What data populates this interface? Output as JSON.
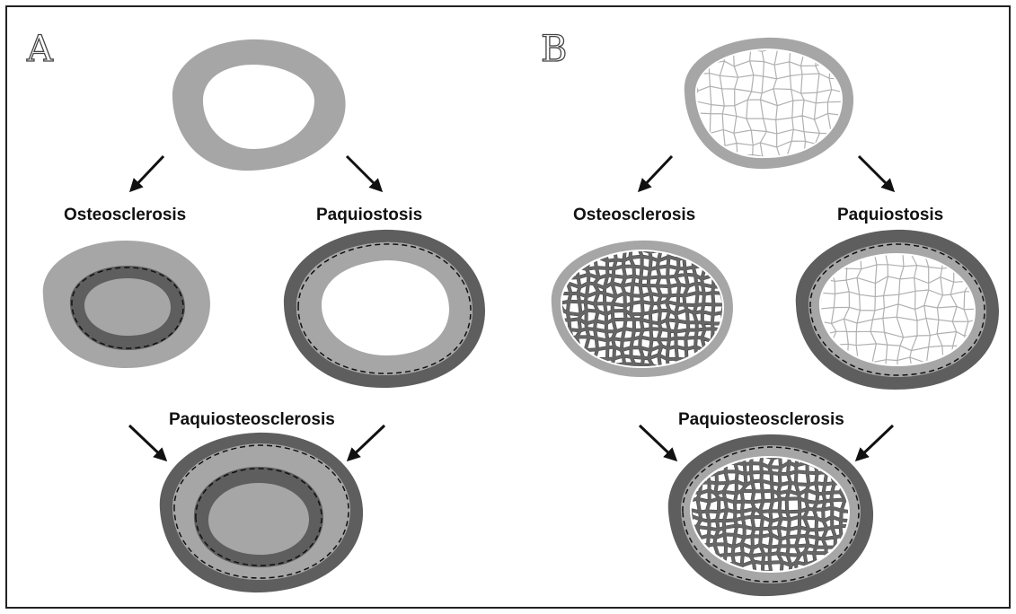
{
  "panels": [
    {
      "letter": "A",
      "labels": {
        "osteosclerosis": "Osteosclerosis",
        "paquiostosis": "Paquiostosis",
        "paquiosteosclerosis": "Paquiosteosclerosis"
      }
    },
    {
      "letter": "B",
      "labels": {
        "osteosclerosis": "Osteosclerosis",
        "paquiostosis": "Paquiostosis",
        "paquiosteosclerosis": "Paquiosteosclerosis"
      }
    }
  ],
  "colors": {
    "light_cortex": "#a6a6a6",
    "dark_cortex": "#5e5e5e",
    "trabecula_light": "#b0b0b0",
    "trabecula_dark": "#666666",
    "frame": "#222222"
  }
}
